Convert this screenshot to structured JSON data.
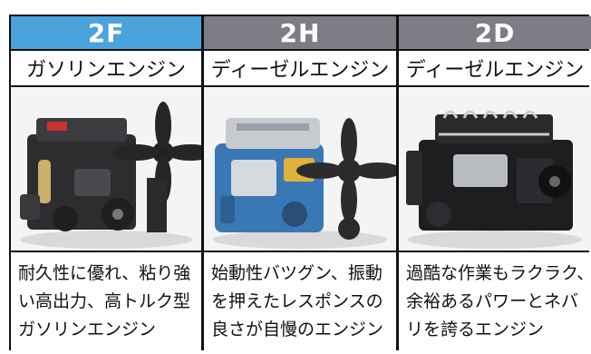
{
  "engines": [
    {
      "code": "2F",
      "type": "ガソリンエンジン",
      "header_color": "#4aa3dc",
      "image_icon": "gasoline-engine-photo",
      "description_lines": [
        "耐久性に優れ、粘り強",
        "い高出力、高トルク型",
        "ガソリンエンジン"
      ]
    },
    {
      "code": "2H",
      "type": "ディーゼルエンジン",
      "header_color": "#7d7d86",
      "image_icon": "blue-diesel-engine-photo",
      "description_lines": [
        "始動性バツグン、振動",
        "を押えたレスポンスの",
        "良さが自慢のエンジン"
      ]
    },
    {
      "code": "2D",
      "type": "ディーゼルエンジン",
      "header_color": "#7d7d86",
      "image_icon": "black-diesel-engine-photo",
      "description_lines": [
        "過酷な作業もラクラク、",
        "余裕あるパワーとネバ",
        "リを誇るエンジン"
      ]
    }
  ]
}
